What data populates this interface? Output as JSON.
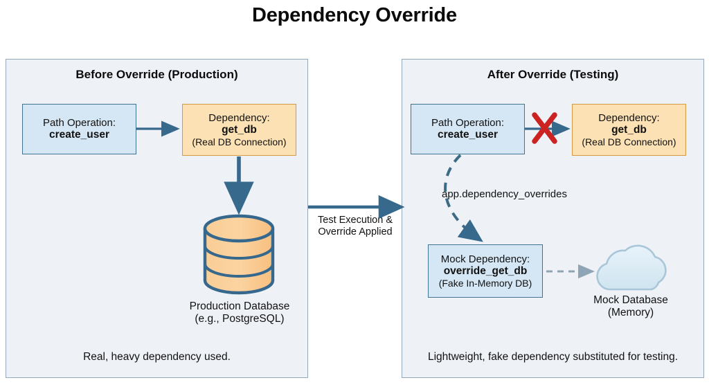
{
  "title": "Dependency Override",
  "colors": {
    "panel_bg": "#eef2f7",
    "panel_border": "#93a8bb",
    "box_blue_fill": "#d5e7f4",
    "box_blue_border": "#3f7191",
    "box_orange_fill": "#fbe1b3",
    "box_orange_border": "#d59a3f",
    "arrow": "#36698c",
    "blocked_x": "#cc2222",
    "cloud_fill": "#dcebf6",
    "cloud_border": "#a9c6d8",
    "cylinder_fill": "#f8c88a",
    "cylinder_border": "#35688c"
  },
  "left_panel": {
    "title": "Before Override (Production)",
    "path_operation": {
      "line1": "Path Operation:",
      "line2": "create_user"
    },
    "dependency": {
      "line1": "Dependency:",
      "line2": "get_db",
      "line3": "(Real DB Connection)"
    },
    "database": {
      "line1": "Production Database",
      "line2": "(e.g., PostgreSQL)"
    },
    "footnote": "Real, heavy dependency used."
  },
  "middle": {
    "label_line1": "Test Execution &",
    "label_line2": "Override Applied"
  },
  "right_panel": {
    "title": "After Override (Testing)",
    "path_operation": {
      "line1": "Path Operation:",
      "line2": "create_user"
    },
    "dependency": {
      "line1": "Dependency:",
      "line2": "get_db",
      "line3": "(Real DB Connection)"
    },
    "override_label": "app.dependency_overrides",
    "mock_dependency": {
      "line1": "Mock Dependency:",
      "line2": "override_get_db",
      "line3": "(Fake In-Memory DB)"
    },
    "mock_database": {
      "line1": "Mock Database",
      "line2": "(Memory)"
    },
    "footnote": "Lightweight, fake dependency substituted for testing."
  }
}
